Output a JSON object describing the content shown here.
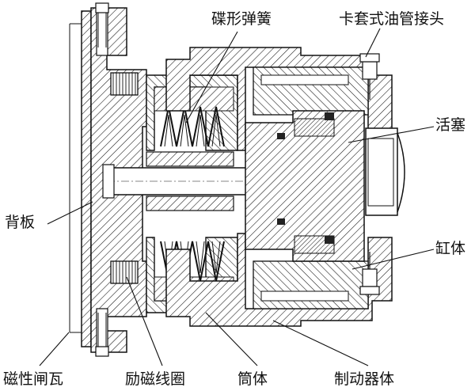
{
  "labels": {
    "disc_spring": "碟形弹簧",
    "ferrule_fitting": "卡套式油管接头",
    "piston": "活塞",
    "back_plate": "背板",
    "cylinder": "缸体",
    "magnetic_shoe": "磁性闸瓦",
    "excitation_coil": "励磁线圈",
    "barrel": "筒体",
    "brake_body": "制动器体"
  },
  "colors": {
    "line": "#111111",
    "fill": "#ffffff"
  }
}
